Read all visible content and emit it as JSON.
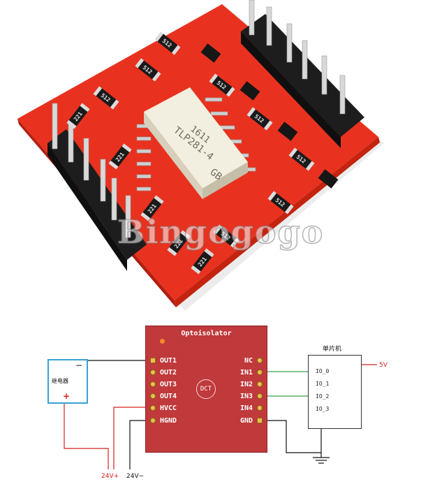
{
  "photo": {
    "chip_lines": [
      "1611",
      "TLP281-4",
      "GB"
    ],
    "resistor_labels": [
      "512",
      "512",
      "512",
      "512",
      "512",
      "512",
      "512",
      "512",
      "221",
      "221",
      "221",
      "221",
      "221"
    ],
    "watermark": "Bingogogo"
  },
  "schematic": {
    "board_title": "Optoisolator",
    "left_pins": [
      "OUT1",
      "OUT2",
      "OUT3",
      "OUT4",
      "HVCC",
      "HGND"
    ],
    "right_pins": [
      "NC",
      "IN1",
      "IN2",
      "IN3",
      "IN4",
      "GND"
    ],
    "center_label": "DCT",
    "relay": {
      "label": "继电器",
      "minus": "−",
      "plus": "+"
    },
    "mcu": {
      "title": "单片机",
      "pins": [
        "IO_0",
        "IO_1",
        "IO_2",
        "IO_3"
      ]
    },
    "supply_5v": "5V",
    "supply_24v_plus": "24V+",
    "supply_24v_minus": "24V−"
  },
  "colors": {
    "board_red": "#e8321f",
    "schematic_board": "#c0393b",
    "relay_border": "#3aa0d8",
    "wire_red": "#d42020",
    "wire_green": "#3aa048"
  }
}
